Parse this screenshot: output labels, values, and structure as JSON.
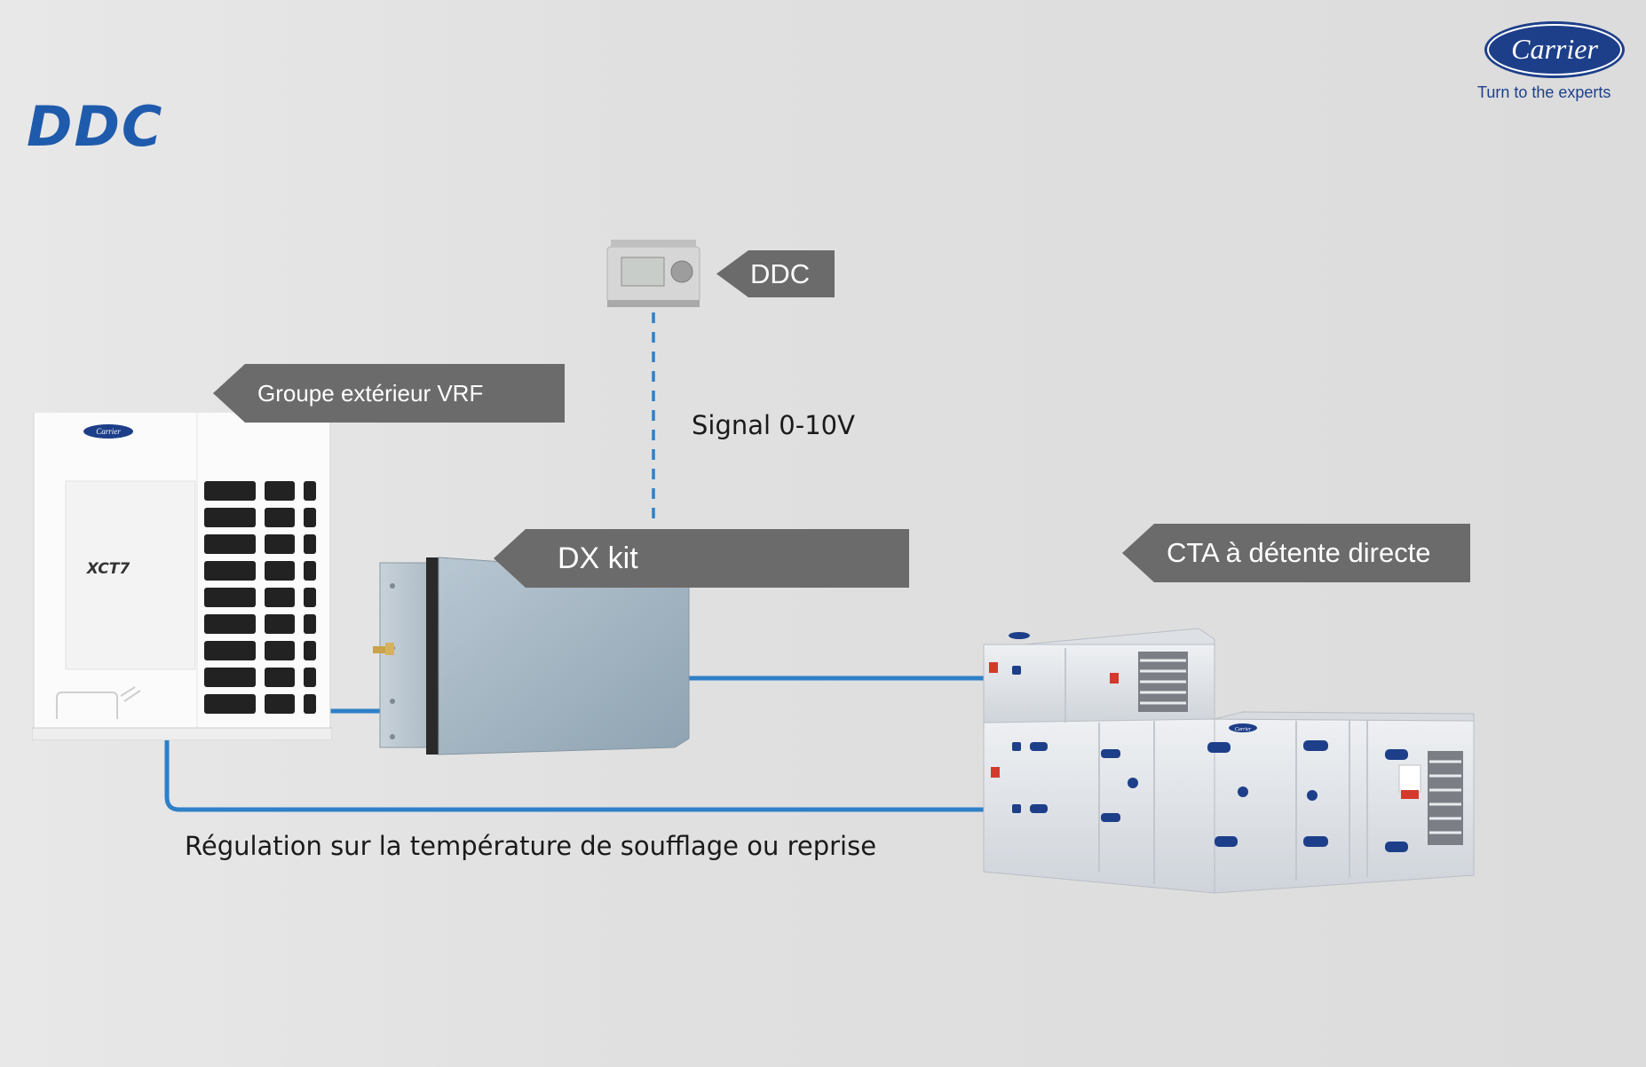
{
  "title": "DDC",
  "brand": {
    "logo_text": "Carrier",
    "tagline": "Turn to the experts"
  },
  "labels": {
    "vrf_unit": "Groupe extérieur VRF",
    "ddc": "DDC",
    "dx_kit": "DX kit",
    "cta": "CTA à détente directe",
    "signal": "Signal 0-10V",
    "regulation": "Régulation sur la température de soufflage ou reprise"
  },
  "unit_markings": {
    "vrf_badge": "Carrier",
    "vrf_model": "XCT7",
    "ahu_badge": "Carrier"
  },
  "colors": {
    "pipe": "#2f80c8",
    "signal_line": "#2f80c8",
    "tag_bg": "#6b6b6b",
    "title": "#1f5bac",
    "brand_navy": "#1d3f8a"
  }
}
